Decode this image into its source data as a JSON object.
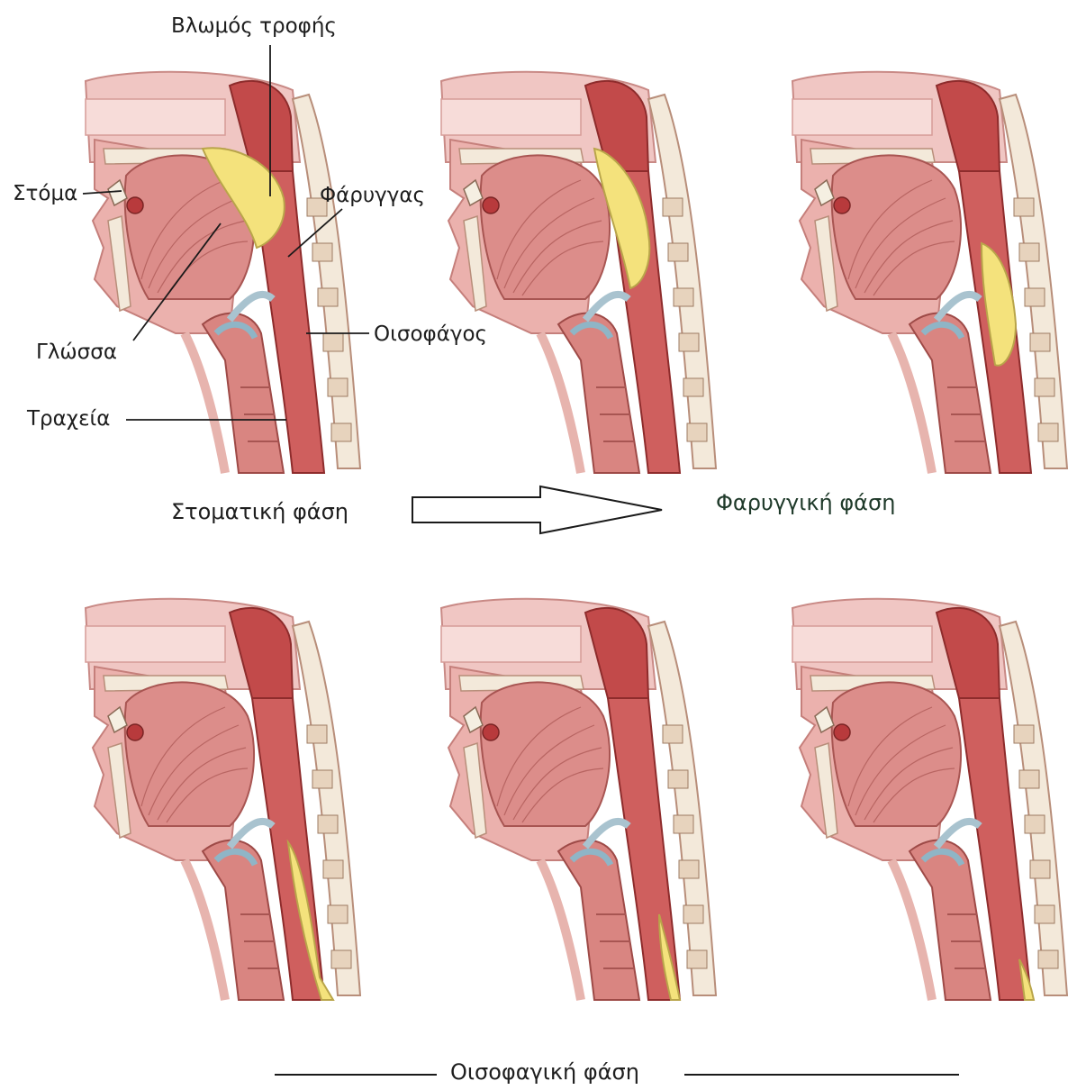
{
  "labels": {
    "food_bolus": "Βλωμός τροφής",
    "mouth": "Στόμα",
    "pharynx": "Φάρυγγας",
    "tongue": "Γλώσσα",
    "esophagus": "Οισοφάγος",
    "trachea": "Τραχεία"
  },
  "phases": {
    "oral": "Στοματική φάση",
    "pharyngeal": "Φαρυγγική φάση",
    "esophageal": "Οισοφαγική φάση"
  },
  "colors": {
    "tissue": "#e8a7a3",
    "muscle": "#cf6f6d",
    "deep_red": "#b83a3c",
    "bolus": "#f4e27c",
    "cartilage": "#a9c3cf",
    "bone": "#f3e9da",
    "line": "#1a1a1a"
  }
}
